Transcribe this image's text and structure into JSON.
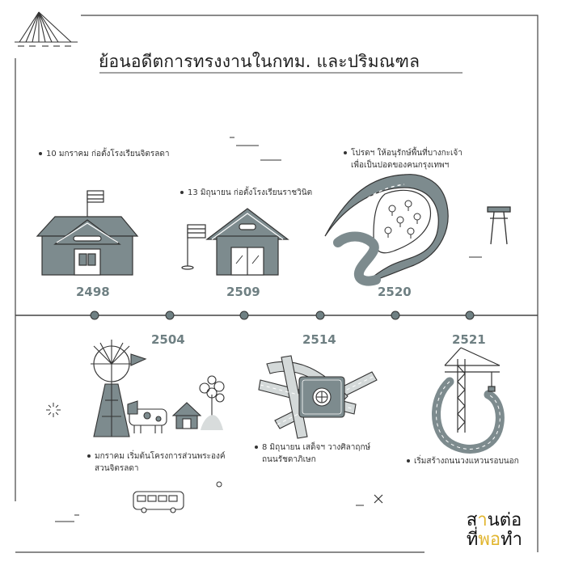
{
  "title": "ย้อนอดีตการทรงงานในกทม. และปริมณฑล",
  "timeline": [
    {
      "year": "2498",
      "event": "10 มกราคม ก่อตั้งโรงเรียนจิตรลดา"
    },
    {
      "year": "2504",
      "event_line1": "มกราคม เริ่มต้นโครงการส่วนพระองค์",
      "event_line2": "สวนจิตรลดา"
    },
    {
      "year": "2509",
      "event": "13 มิถุนายน ก่อตั้งโรงเรียนราชวินิต"
    },
    {
      "year": "2514",
      "event_line1": "8 มิถุนายน เสด็จฯ วางศิลาฤกษ์",
      "event_line2": "ถนนรัชดาภิเษก"
    },
    {
      "year": "2520",
      "event_line1": "โปรดฯ ให้อนุรักษ์พื้นที่บางกะเจ้า",
      "event_line2": "เพื่อเป็นปอดของคนกรุงเทพฯ"
    },
    {
      "year": "2521",
      "event": "เริ่มสร้างถนนวงแหวนรอบนอก"
    }
  ],
  "logo": {
    "a1": "ส",
    "a2": "า",
    "a3": "นต่อ",
    "b1": "ที่",
    "b2": "พ",
    "b3": "อ",
    "b4": "ทำ"
  },
  "colors": {
    "accent_gray": "#6f8083",
    "icon_fill": "#7d8b8e",
    "line": "#444444",
    "logo_yellow": "#e1b52e"
  }
}
